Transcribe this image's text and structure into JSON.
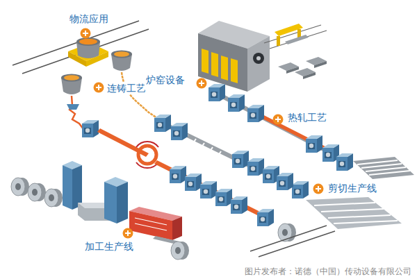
{
  "diagram": {
    "labels": [
      "物流应用",
      "连铸工艺",
      "炉窑设备",
      "热轧工艺",
      "剪切生产线",
      "加工生产线",
      "图片发布者：诺德（中国）传动设备有限公司"
    ]
  }
}
